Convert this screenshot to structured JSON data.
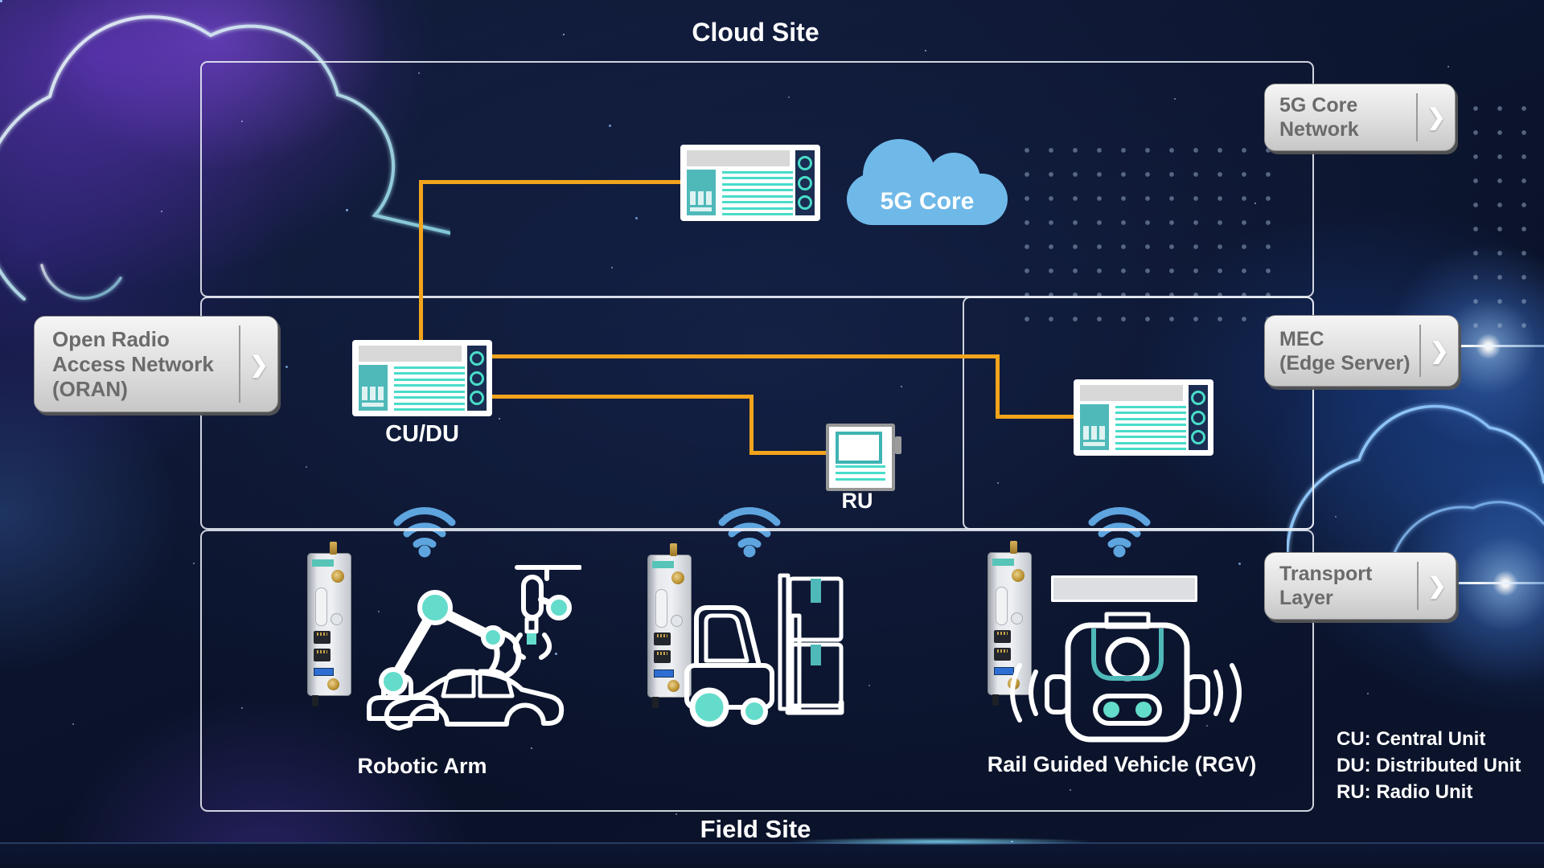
{
  "colors": {
    "background_navy": "#0B142C",
    "accent_orange": "#F2A41C",
    "server_teal": "#4FB9B9",
    "line_teal": "#49DCC9",
    "panel_navy": "#1B2D52",
    "cloud_blue": "#6FB9E9",
    "wifi_blue": "#5EA5DF",
    "machine_teal": "#64DCCB",
    "callout_text_gray": "#6B6B6B"
  },
  "sections": {
    "cloud": {
      "title": "Cloud Site"
    },
    "field": {
      "title": "Field Site"
    }
  },
  "callouts": {
    "chevron_glyph": "❯",
    "core_network": {
      "lines": [
        "5G Core",
        "Network"
      ]
    },
    "oran": {
      "lines": [
        "Open Radio",
        "Access Network",
        "(ORAN)"
      ]
    },
    "mec": {
      "lines": [
        "MEC",
        "(Edge Server)"
      ]
    },
    "transport": {
      "lines": [
        "Transport",
        "Layer"
      ]
    }
  },
  "nodes": {
    "core_cloud": {
      "label": "5G Core"
    },
    "cu_du": {
      "label": "CU/DU"
    },
    "ru": {
      "label": "RU"
    },
    "robotic_arm": {
      "label": "Robotic Arm"
    },
    "rgv": {
      "label": "Rail Guided Vehicle (RGV)"
    }
  },
  "legend": {
    "lines": [
      "CU: Central Unit",
      "DU: Distributed Unit",
      "RU: Radio Unit"
    ]
  },
  "icons": {
    "chevron_right": "❯",
    "wifi": "wifi-arcs",
    "server": "rack-server",
    "gateway": "cellular-gateway",
    "cloud": "cloud-shape"
  }
}
